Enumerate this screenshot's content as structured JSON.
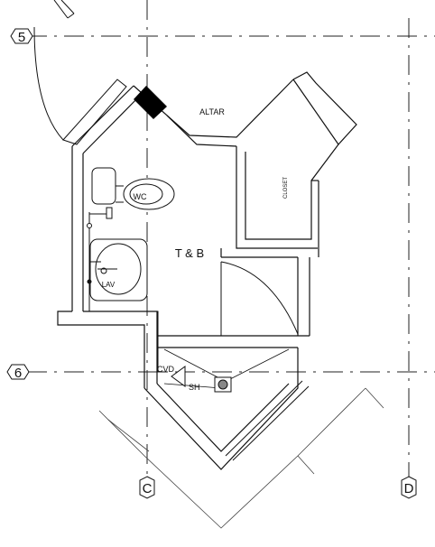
{
  "drawing": {
    "grid_marks": {
      "row_5": "5",
      "row_6": "6",
      "col_c": "C",
      "col_d": "D"
    },
    "room_labels": {
      "room": "T & B",
      "altar": "ALTAR",
      "closet": "CLOSET",
      "wc": "WC",
      "lav": "LAV",
      "cvd": "CVD",
      "sh": "SH"
    }
  }
}
